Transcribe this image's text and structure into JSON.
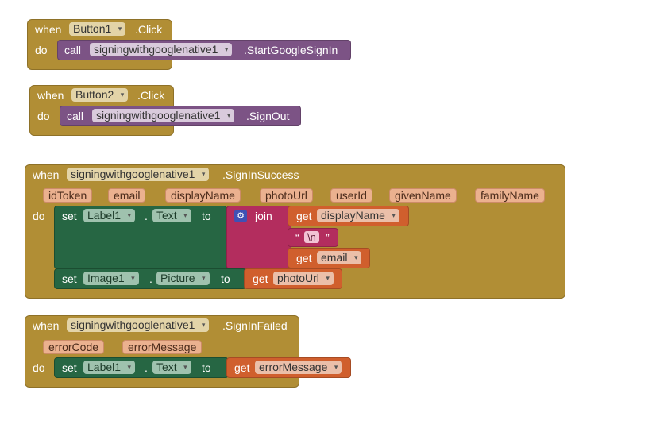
{
  "keywords": {
    "when": "when",
    "do": "do",
    "call": "call",
    "set": "set",
    "to": "to",
    "get": "get",
    "join": "join",
    "dot": ".",
    "quote_open": "“",
    "quote_close": "”"
  },
  "block1": {
    "component": "Button1",
    "event": ".Click",
    "call_component": "signingwithgooglenative1",
    "method": ".StartGoogleSignIn"
  },
  "block2": {
    "component": "Button2",
    "event": ".Click",
    "call_component": "signingwithgooglenative1",
    "method": ".SignOut"
  },
  "block3": {
    "component": "signingwithgooglenative1",
    "event": ".SignInSuccess",
    "params": [
      "idToken",
      "email",
      "displayName",
      "photoUrl",
      "userId",
      "givenName",
      "familyName"
    ],
    "set1": {
      "component": "Label1",
      "property": "Text"
    },
    "join_items": {
      "get1": "displayName",
      "text": "\\n",
      "get2": "email"
    },
    "set2": {
      "component": "Image1",
      "property": "Picture",
      "get": "photoUrl"
    }
  },
  "block4": {
    "component": "signingwithgooglenative1",
    "event": ".SignInFailed",
    "params": [
      "errorCode",
      "errorMessage"
    ],
    "set1": {
      "component": "Label1",
      "property": "Text",
      "get": "errorMessage"
    }
  },
  "icons": {
    "dropdown": "▾",
    "gear": "⚙"
  },
  "colors": {
    "event": "#b18e35",
    "procedure": "#7c5385",
    "setter": "#266643",
    "text_join": "#b32d5e",
    "getter": "#d05f2d",
    "mutator_icon": "#3f51b5"
  }
}
